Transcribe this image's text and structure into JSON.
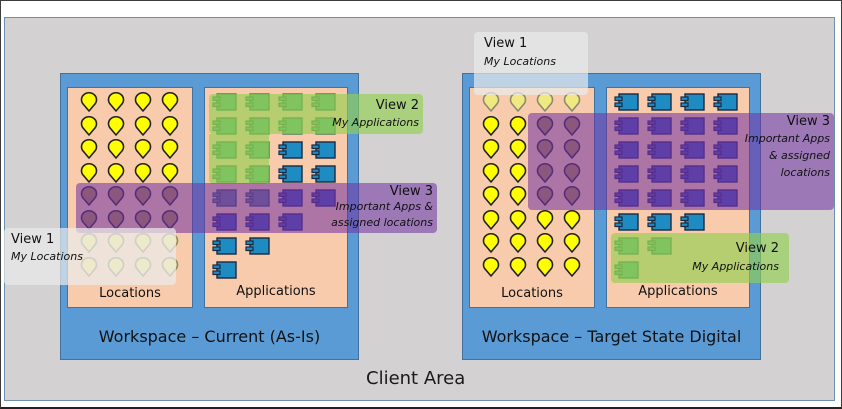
{
  "client_area": {
    "label": "Client Area"
  },
  "workspaces": [
    {
      "id": "current",
      "title": "Workspace – Current (As-Is)",
      "locations_label": "Locations",
      "applications_label": "Applications",
      "location_rows": [
        [
          "yellow",
          "yellow",
          "yellow",
          "yellow"
        ],
        [
          "yellow",
          "yellow",
          "yellow",
          "yellow"
        ],
        [
          "yellow",
          "yellow",
          "yellow",
          "yellow"
        ],
        [
          "yellow",
          "yellow",
          "yellow",
          "yellow"
        ],
        [
          "brown",
          "brown",
          "brown",
          "brown"
        ],
        [
          "brown",
          "brown",
          "brown",
          "brown"
        ],
        [
          "pale",
          "pale",
          "pale",
          "pale"
        ],
        [
          "pale",
          "pale",
          "pale",
          "pale"
        ]
      ],
      "application_rows": [
        [
          "green",
          "green",
          "green",
          "green"
        ],
        [
          "green",
          "green",
          "green",
          "green"
        ],
        [
          "green",
          "green",
          "blue",
          "blue"
        ],
        [
          "green",
          "green",
          "blue",
          "blue"
        ],
        [
          "gray",
          "gray",
          "purple",
          "purple"
        ],
        [
          "purple",
          "purple",
          "purple"
        ],
        [
          "blue",
          "blue"
        ],
        [
          "blue"
        ]
      ]
    },
    {
      "id": "target",
      "title": "Workspace – Target State Digital",
      "locations_label": "Locations",
      "applications_label": "Applications",
      "location_rows": [
        [
          "pale",
          "pale",
          "pale",
          "pale"
        ],
        [
          "yellow",
          "yellow",
          "brown",
          "brown"
        ],
        [
          "yellow",
          "yellow",
          "brown",
          "brown"
        ],
        [
          "yellow",
          "yellow",
          "brown",
          "brown"
        ],
        [
          "yellow",
          "yellow",
          "brown",
          "brown"
        ],
        [
          "yellow",
          "yellow",
          "yellow",
          "yellow"
        ],
        [
          "yellow",
          "yellow",
          "yellow",
          "yellow"
        ],
        [
          "yellow",
          "yellow",
          "yellow",
          "yellow"
        ]
      ],
      "application_rows": [
        [
          "blue",
          "blue",
          "blue",
          "blue"
        ],
        [
          "purple",
          "purple",
          "purple",
          "purple"
        ],
        [
          "purple",
          "purple",
          "purple",
          "purple"
        ],
        [
          "purple",
          "purple",
          "purple",
          "purple"
        ],
        [
          "purple",
          "purple",
          "purple",
          "purple"
        ],
        [
          "blue",
          "blue",
          "blue"
        ],
        [
          "green",
          "green"
        ],
        [
          "green"
        ]
      ]
    }
  ],
  "views": {
    "current_view1": {
      "title": "View 1",
      "subtitle": "My Locations"
    },
    "current_view2": {
      "title": "View 2",
      "subtitle": "My Applications"
    },
    "current_view3": {
      "title": "View 3",
      "subtitle_line1": "Important Apps &",
      "subtitle_line2": "assigned locations"
    },
    "target_view1": {
      "title": "View 1",
      "subtitle": "My Locations"
    },
    "target_view2": {
      "title": "View 2",
      "subtitle": "My Applications"
    },
    "target_view3": {
      "title": "View 3",
      "subtitle_line1": "Important Apps",
      "subtitle_line2": "& assigned",
      "subtitle_line3": "locations"
    }
  },
  "colors": {
    "client_bg": "#d3d1d2",
    "workspace_bg": "#5b9bd5",
    "panel_bg": "#f8cbad",
    "pin_yellow": "#ffff00",
    "pin_brown": "#b08850",
    "pin_pale": "#f0e880",
    "app_blue": "#1e8bc3",
    "app_green": "#5cb07a",
    "app_purple": "#4a52b0",
    "app_gray": "#6a7890",
    "view1_overlay": "rgba(235,235,235,0.75)",
    "view2_overlay": "rgba(146,208,80,0.65)",
    "view3_overlay": "rgba(112,48,160,0.55)"
  }
}
